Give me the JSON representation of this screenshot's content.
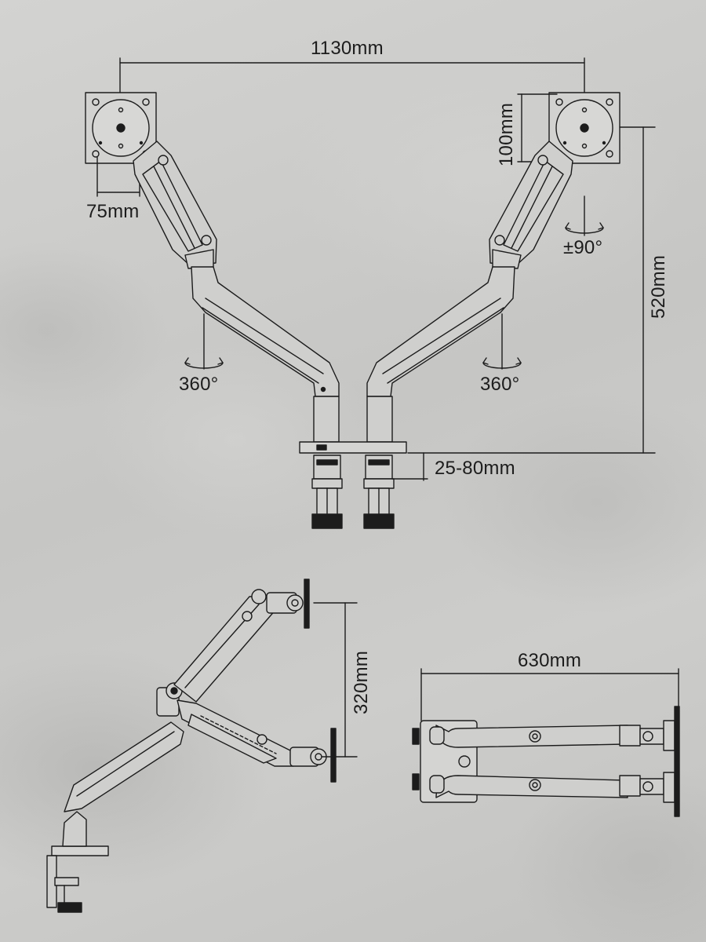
{
  "dimensions": {
    "total_width": "1130mm",
    "vesa_small": "75mm",
    "vesa_large": "100mm",
    "height_range": "520mm",
    "clamp_thickness": "25-80mm",
    "lift_range": "320mm",
    "reach": "630mm"
  },
  "rotations": {
    "swivel_left": "360°",
    "swivel_right": "360°",
    "tilt": "±90°"
  },
  "colors": {
    "background": "#c9c9c7",
    "line": "#1c1c1c",
    "arm_fill": "#cfcfcd"
  }
}
